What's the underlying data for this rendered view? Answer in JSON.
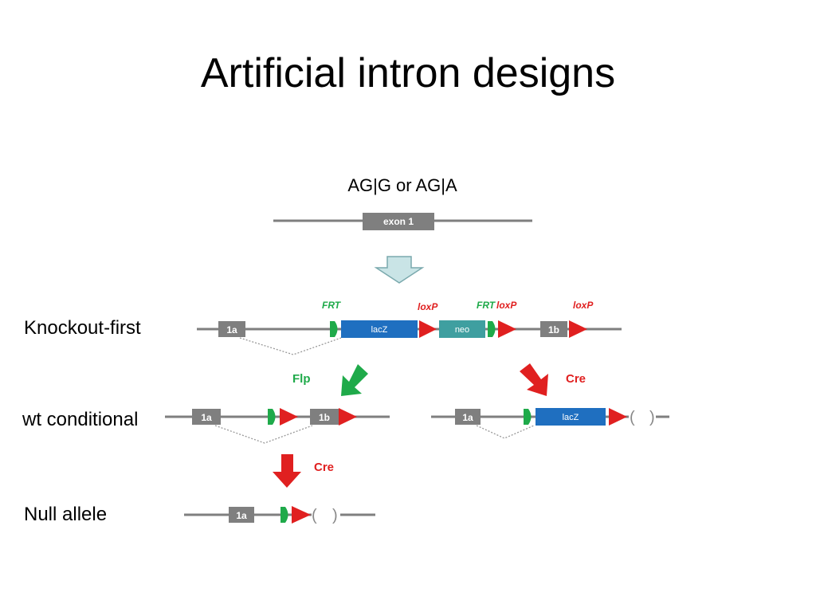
{
  "slide": {
    "title": "Artificial intron designs"
  },
  "splice": {
    "label": "AG|G or AG|A"
  },
  "rows": {
    "knockout_first": "Knockout-first",
    "wt_conditional": "wt conditional",
    "null_allele": "Null allele"
  },
  "elements": {
    "exon1": "exon 1",
    "exon1a": "1a",
    "exon1b": "1b",
    "lacz": "lacZ",
    "neo": "neo",
    "frt": "FRT",
    "loxp": "loxP",
    "flp": "Flp",
    "cre": "Cre"
  },
  "colors": {
    "exon": "#7f7f7f",
    "lacz": "#1f6fc0",
    "neo": "#3f9fa0",
    "frt": "#1faa4a",
    "loxp": "#e02020",
    "arrow_down": "#c9e4e6"
  }
}
